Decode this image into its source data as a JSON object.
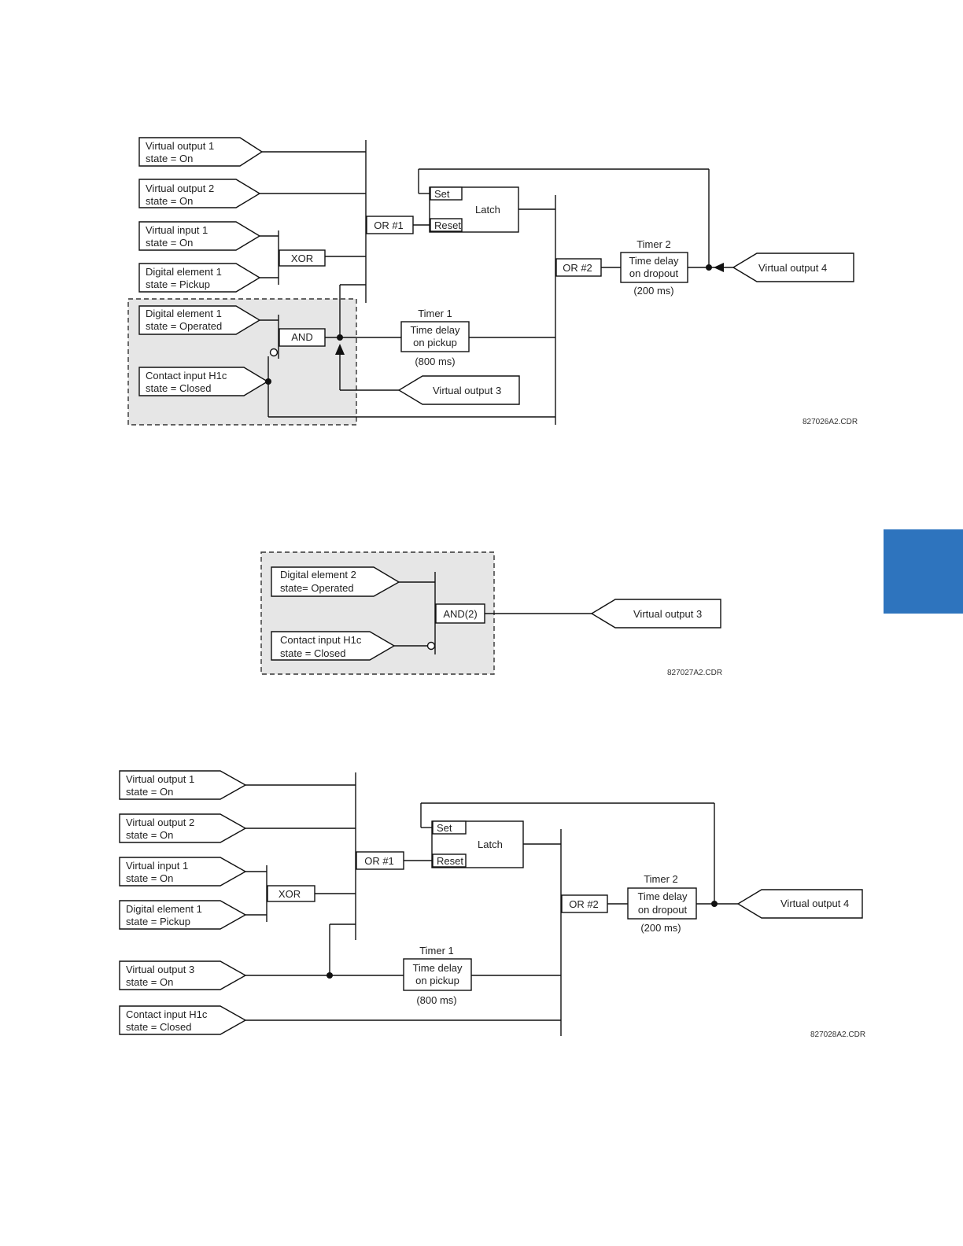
{
  "colors": {
    "side_tab": "#2E74BE",
    "shading": "#e6e6e6",
    "line": "#111111"
  },
  "diagram1": {
    "inputs": [
      {
        "line1": "Virtual output 1",
        "line2": "state = On"
      },
      {
        "line1": "Virtual output 2",
        "line2": "state = On"
      },
      {
        "line1": "Virtual input 1",
        "line2": "state = On"
      },
      {
        "line1": "Digital element 1",
        "line2": "state = Pickup"
      },
      {
        "line1": "Digital element 1",
        "line2": "state = Operated"
      },
      {
        "line1": "Contact input H1c",
        "line2": "state = Closed"
      }
    ],
    "xor": "XOR",
    "and": "AND",
    "or1": "OR #1",
    "or2": "OR #2",
    "latch": {
      "set": "Set",
      "reset": "Reset",
      "label": "Latch"
    },
    "timer1": {
      "title": "Timer 1",
      "line1": "Time delay",
      "line2": "on pickup",
      "value": "(800 ms)"
    },
    "timer2": {
      "title": "Timer 2",
      "line1": "Time delay",
      "line2": "on dropout",
      "value": "(200 ms)"
    },
    "out_vo3": "Virtual output 3",
    "out_vo4": "Virtual output 4",
    "ref": "827026A2.CDR"
  },
  "diagram2": {
    "inputs": [
      {
        "line1": "Digital element 2",
        "line2": "state= Operated"
      },
      {
        "line1": "Contact input H1c",
        "line2": "state = Closed"
      }
    ],
    "and": "AND(2)",
    "out": "Virtual output 3",
    "ref": "827027A2.CDR"
  },
  "diagram3": {
    "inputs": [
      {
        "line1": "Virtual output 1",
        "line2": "state = On"
      },
      {
        "line1": "Virtual output 2",
        "line2": "state = On"
      },
      {
        "line1": "Virtual input 1",
        "line2": "state = On"
      },
      {
        "line1": "Digital element 1",
        "line2": "state = Pickup"
      },
      {
        "line1": "Virtual output 3",
        "line2": "state = On"
      },
      {
        "line1": "Contact input H1c",
        "line2": "state = Closed"
      }
    ],
    "xor": "XOR",
    "or1": "OR #1",
    "or2": "OR #2",
    "latch": {
      "set": "Set",
      "reset": "Reset",
      "label": "Latch"
    },
    "timer1": {
      "title": "Timer 1",
      "line1": "Time delay",
      "line2": "on pickup",
      "value": "(800 ms)"
    },
    "timer2": {
      "title": "Timer 2",
      "line1": "Time delay",
      "line2": "on dropout",
      "value": "(200 ms)"
    },
    "out_vo4": "Virtual output 4",
    "ref": "827028A2.CDR"
  }
}
